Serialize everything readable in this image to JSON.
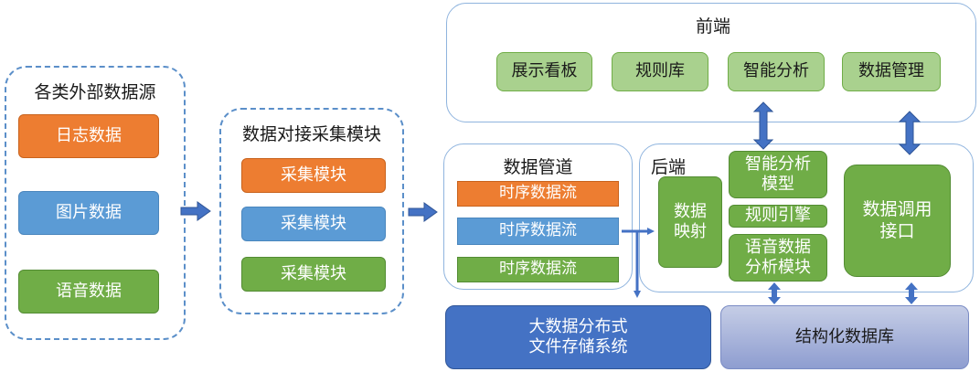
{
  "sources": {
    "title": "各类外部数据源",
    "items": [
      "日志数据",
      "图片数据",
      "语音数据"
    ]
  },
  "collector": {
    "title": "数据对接采集模块",
    "items": [
      "采集模块",
      "采集模块",
      "采集模块"
    ]
  },
  "pipeline": {
    "title": "数据管道",
    "streams": [
      "时序数据流",
      "时序数据流",
      "时序数据流"
    ]
  },
  "frontend": {
    "title": "前端",
    "items": [
      "展示看板",
      "规则库",
      "智能分析",
      "数据管理"
    ]
  },
  "backend": {
    "title": "后端",
    "mapping": "数据\n映射",
    "ai_model": "智能分析\n模型",
    "rule_engine": "规则引擎",
    "voice_module": "语音数据\n分析模块",
    "api": "数据调用\n接口"
  },
  "storage": {
    "dfs": "大数据分布式\n文件存储系统",
    "db": "结构化数据库"
  },
  "colors": {
    "orange": "#ed7d31",
    "blue": "#5b9bd5",
    "green": "#70ad47",
    "light_green": "#a9d18e",
    "dark_blue": "#4472c4",
    "arrow": "#4472c4"
  }
}
